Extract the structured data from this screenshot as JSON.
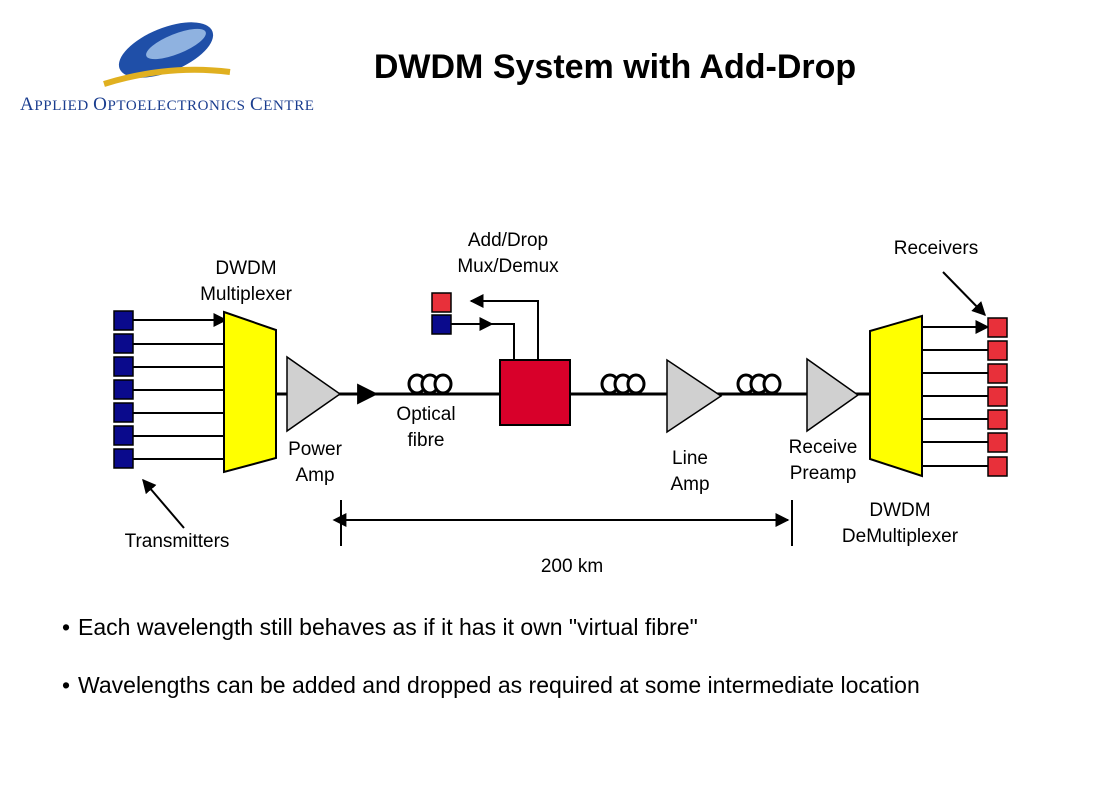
{
  "logo": {
    "first_cap": "A",
    "first_rest": "PPLIED",
    "second_cap": "O",
    "second_rest": "PTOELECTRONICS",
    "third_cap": "C",
    "third_rest": "ENTRE"
  },
  "title": "DWDM System with Add-Drop",
  "labels": {
    "dwdm_mux_line1": "DWDM",
    "dwdm_mux_line2": "Multiplexer",
    "add_drop_line1": "Add/Drop",
    "add_drop_line2": "Mux/Demux",
    "receivers": "Receivers",
    "optical_fibre_line1": "Optical",
    "optical_fibre_line2": "fibre",
    "power_amp_line1": "Power",
    "power_amp_line2": "Amp",
    "line_amp_line1": "Line",
    "line_amp_line2": "Amp",
    "receive_preamp_line1": "Receive",
    "receive_preamp_line2": "Preamp",
    "dwdm_demux_line1": "DWDM",
    "dwdm_demux_line2": "DeMultiplexer",
    "transmitters": "Transmitters",
    "distance": "200 km"
  },
  "bullets": [
    "Each wavelength still behaves as if it has it own \"virtual fibre\"",
    "Wavelengths can be added and dropped as required at some intermediate location"
  ],
  "colors": {
    "transmitter": "#0a0a8c",
    "receiver": "#e8303a",
    "add_drop_box": "#d8002a",
    "multiplexer": "#ffff00",
    "amplifier": "#d0d0d0",
    "logo_blue": "#1a3d8f"
  }
}
